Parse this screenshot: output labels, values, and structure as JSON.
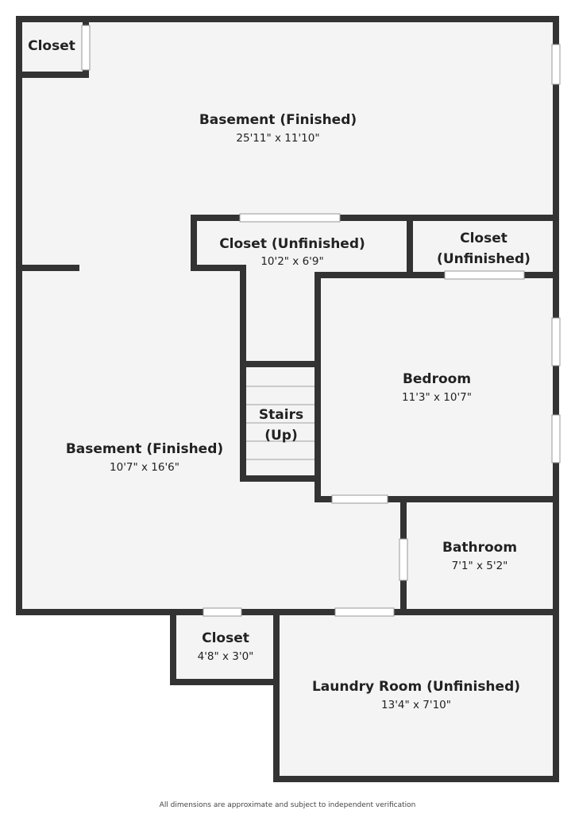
{
  "rooms": {
    "closet_top_left": {
      "name": "Closet"
    },
    "basement_main": {
      "name": "Basement (Finished)",
      "dims": "25'11\" x 11'10\""
    },
    "closet_unfinished_a": {
      "name": "Closet (Unfinished)",
      "dims": "10'2\" x 6'9\""
    },
    "closet_unfinished_b": {
      "name_line1": "Closet",
      "name_line2": "(Unfinished)"
    },
    "stairs": {
      "name_line1": "Stairs",
      "name_line2": "(Up)"
    },
    "bedroom": {
      "name": "Bedroom",
      "dims": "11'3\" x 10'7\""
    },
    "basement_lower": {
      "name": "Basement (Finished)",
      "dims": "10'7\" x 16'6\""
    },
    "bathroom": {
      "name": "Bathroom",
      "dims": "7'1\" x 5'2\""
    },
    "closet_bottom": {
      "name": "Closet",
      "dims": "4'8\" x 3'0\""
    },
    "laundry": {
      "name": "Laundry Room (Unfinished)",
      "dims": "13'4\" x 7'10\""
    }
  },
  "footer": {
    "disclaimer": "All dimensions are approximate and subject to independent verification"
  },
  "colors": {
    "wall": "#333333",
    "floor": "#f4f4f4",
    "opening": "#ffffff"
  }
}
